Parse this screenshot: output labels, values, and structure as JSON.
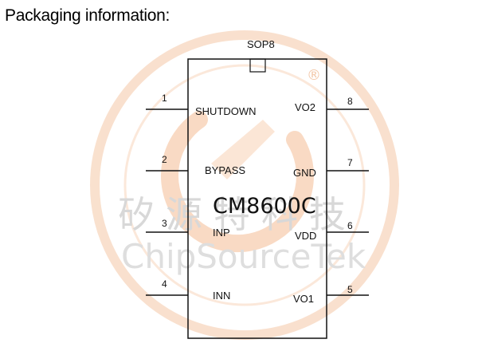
{
  "heading": "Packaging information:",
  "package": "SOP8",
  "part_name": "CM8600C",
  "watermark": {
    "chinese": "矽源特科技",
    "english": "ChipSourceTek",
    "registered_mark": "®",
    "logo_color": "#f7c9a8"
  },
  "pins": [
    {
      "number": "1",
      "label": "SHUTDOWN",
      "side": "left"
    },
    {
      "number": "2",
      "label": "BYPASS",
      "side": "left"
    },
    {
      "number": "3",
      "label": "INP",
      "side": "left"
    },
    {
      "number": "4",
      "label": "INN",
      "side": "left"
    },
    {
      "number": "8",
      "label": "VO2",
      "side": "right"
    },
    {
      "number": "7",
      "label": "GND",
      "side": "right"
    },
    {
      "number": "6",
      "label": "VDD",
      "side": "right"
    },
    {
      "number": "5",
      "label": "VO1",
      "side": "right"
    }
  ]
}
